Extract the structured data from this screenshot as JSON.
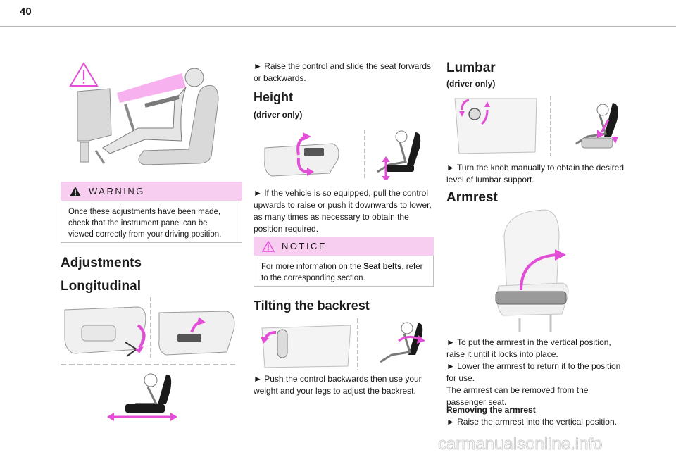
{
  "page": {
    "number": "40"
  },
  "col1": {
    "warning_title": "WARNING",
    "warning_text": "Once these adjustments have been made, check that the instrument panel can be viewed correctly from your driving position.",
    "adjustments_heading": "Adjustments",
    "longitudinal_heading": "Longitudinal"
  },
  "col2": {
    "longitudinal_step": "► Raise the control and slide the seat forwards or backwards.",
    "height_heading": "Height",
    "height_sub": "(driver only)",
    "height_step": "► If the vehicle is so equipped, pull the control upwards to raise or push it downwards to lower, as many times as necessary to obtain the position required.",
    "notice_title": "NOTICE",
    "notice_text_pre": "For more information on the ",
    "notice_text_bold": "Seat belts",
    "notice_text_post": ", refer to the corresponding section.",
    "tilting_heading": "Tilting the backrest",
    "tilting_step": "► Push the control backwards then use your weight and your legs to adjust the backrest."
  },
  "col3": {
    "lumbar_heading": "Lumbar",
    "lumbar_sub": "(driver only)",
    "lumbar_step": "► Turn the knob manually to obtain the desired level of lumbar support.",
    "armrest_heading": "Armrest",
    "armrest_step1": "► To put the armrest in the vertical position, raise it until it locks into place.",
    "armrest_step2": "► Lower the armrest to return it to the position for use.",
    "armrest_note": "The armrest can be removed from the passenger seat.",
    "removing_title": "Removing the armrest",
    "removing_step": "► Raise the armrest into the vertical position."
  },
  "colors": {
    "accent": "#e24fd6",
    "box_fill": "#f7cdf0",
    "rule": "#b5b5b5",
    "seat_fill": "#d9d9d9",
    "seat_stroke": "#8a8a8a"
  },
  "icons": [
    "warning-triangle-icon",
    "notice-triangle-icon"
  ],
  "watermark": "carmanualsonline.info"
}
